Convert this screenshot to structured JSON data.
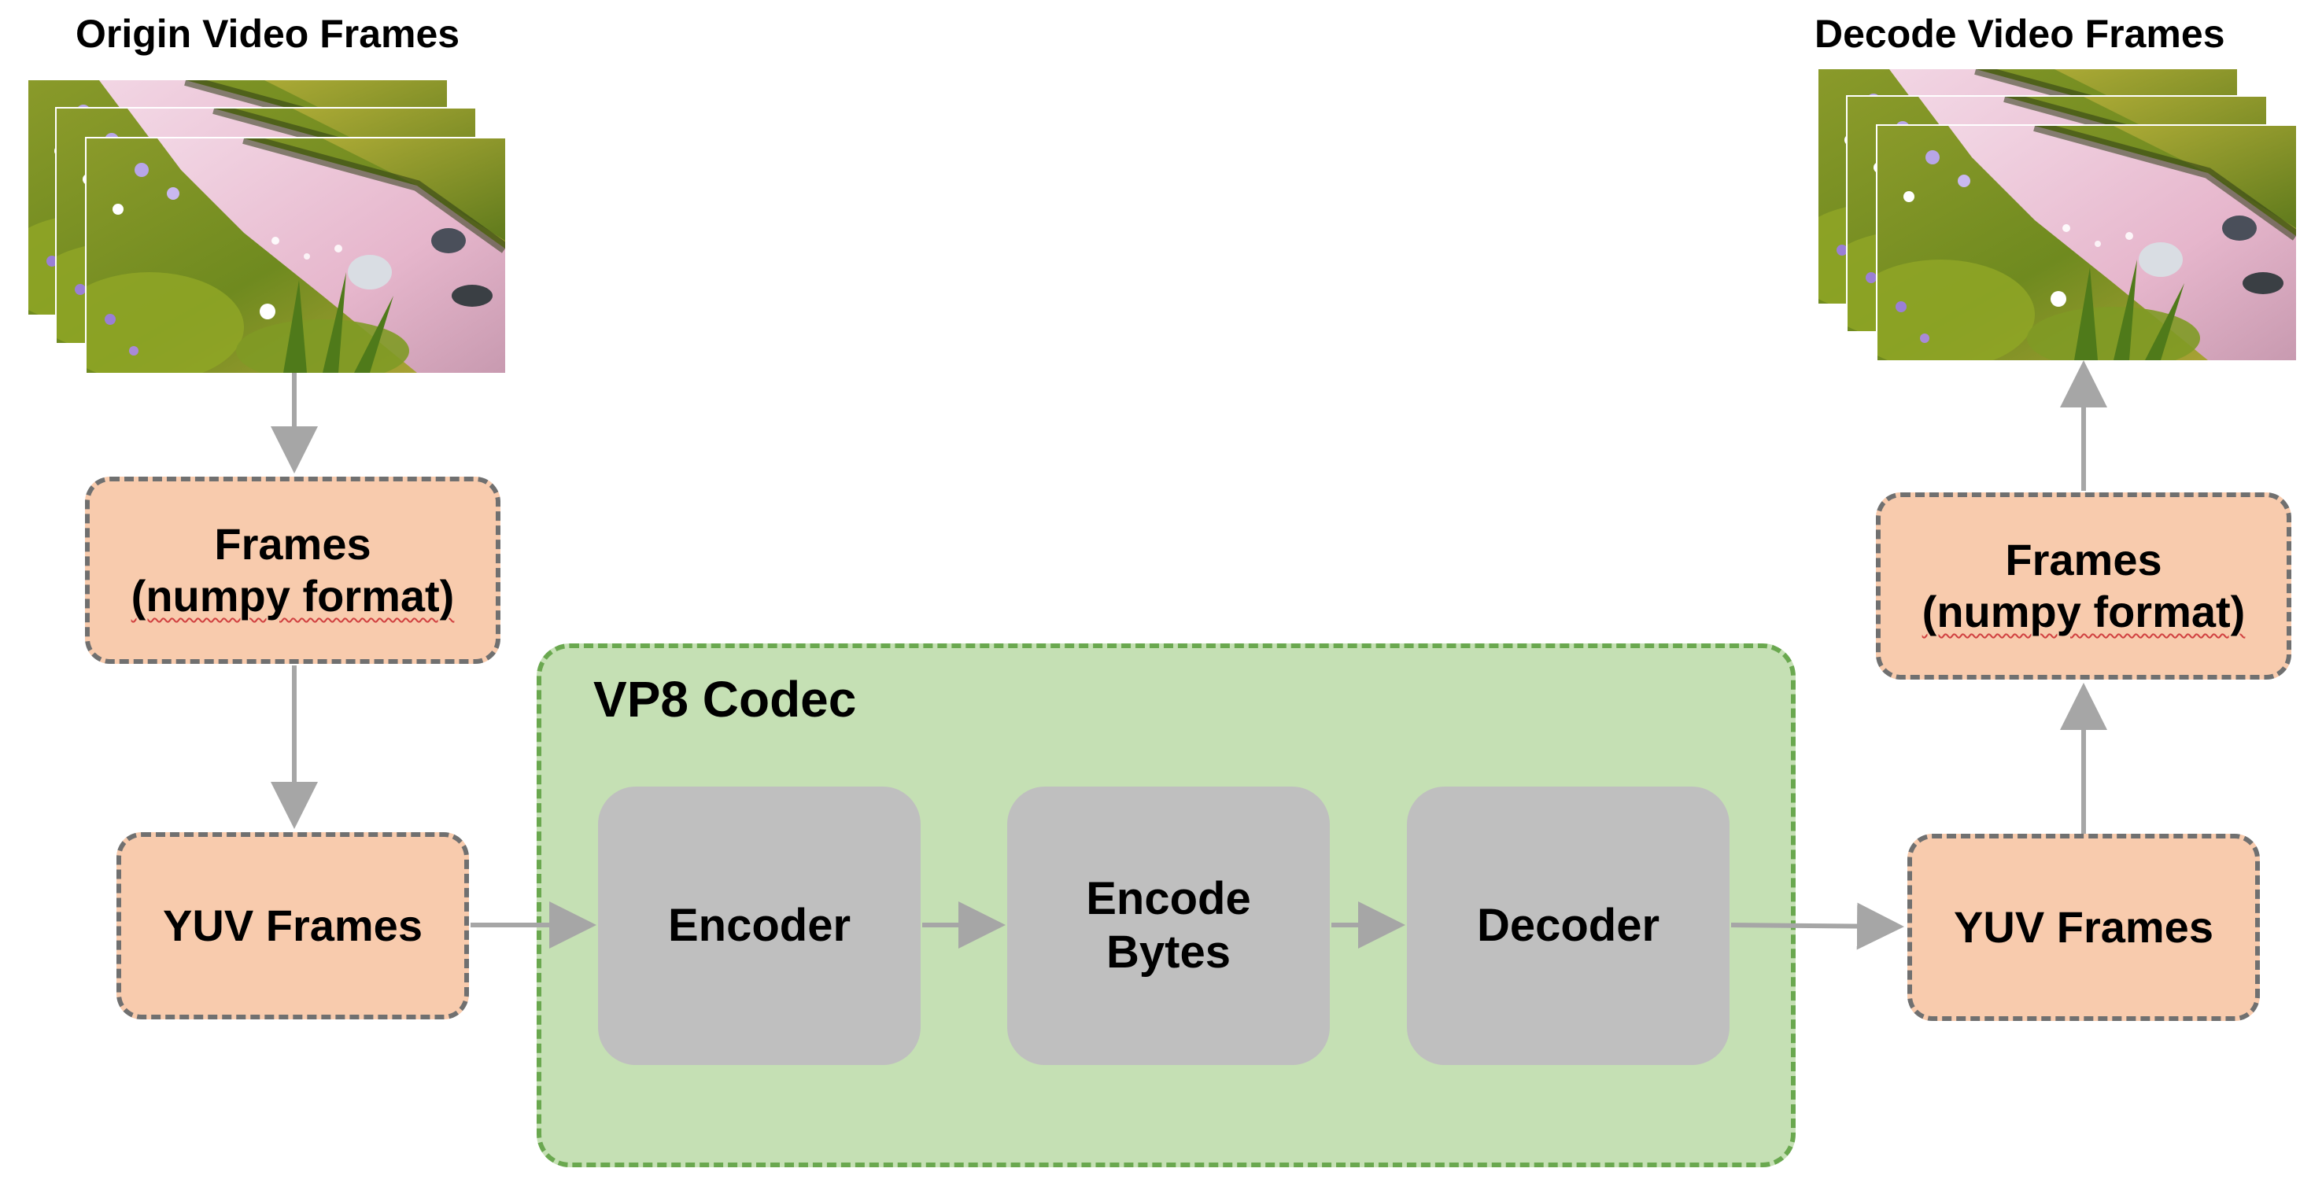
{
  "diagram": {
    "origin": {
      "title": "Origin Video Frames",
      "frames_box": {
        "line1": "Frames",
        "line2": "(numpy format)"
      },
      "yuv_box": "YUV Frames"
    },
    "codec": {
      "title": "VP8 Codec",
      "encoder": "Encoder",
      "encode_bytes_line1": "Encode",
      "encode_bytes_line2": "Bytes",
      "decoder": "Decoder"
    },
    "decoded": {
      "title": "Decode Video Frames",
      "frames_box": {
        "line1": "Frames",
        "line2": "(numpy format)"
      },
      "yuv_box": "YUV Frames"
    }
  },
  "colors": {
    "peach_fill": "#f8cbad",
    "peach_border": "#707070",
    "codec_fill": "#c5e0b4",
    "codec_border": "#6aa84f",
    "block_fill": "#bfbfbf",
    "arrow": "#a6a6a6"
  }
}
